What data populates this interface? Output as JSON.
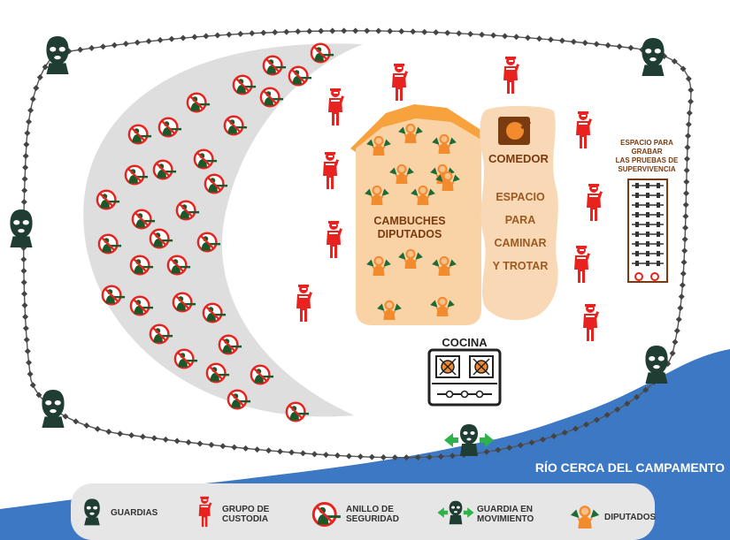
{
  "labels": {
    "cambuches": [
      "CAMBUCHES",
      "DIPUTADOS"
    ],
    "comedor": "COMEDOR",
    "espacio": [
      "ESPACIO",
      "PARA",
      "CAMINAR",
      "Y TROTAR"
    ],
    "cocina": "COCINA",
    "grabar": [
      "ESPACIO PARA",
      "GRABAR",
      "LAS PRUEBAS DE",
      "SUPERVIVENCIA"
    ],
    "rio": "RÍO CERCA DEL CAMPAMENTO"
  },
  "legend": {
    "guardias": "GUARDIAS",
    "custodia": [
      "GRUPO DE",
      "CUSTODIA"
    ],
    "anillo": [
      "ANILLO DE",
      "SEGURIDAD"
    ],
    "movimiento": [
      "GUARDIA EN",
      "MOVIMIENTO"
    ],
    "diputados": "DIPUTADOS"
  },
  "colors": {
    "guard": "#1f3d32",
    "custody": "#e8231f",
    "ring_circle": "#e8231f",
    "ring_figure": "#1a5a2a",
    "deputy_body": "#f28a2e",
    "deputy_hands": "#1f6b35",
    "moving_arrows": "#2db34a",
    "cabin": "#f9d3a6",
    "roof": "#f7a23c",
    "dining_path": "#f9d8b5",
    "crescent": "#dedede",
    "river": "#3c78c4",
    "legend_bg": "#e6e6e6",
    "fence": "#444444",
    "label_text": "#7a3b10",
    "river_label": "#ffffff"
  },
  "icons": {
    "guard": "masked-guard-icon",
    "custody": "armed-custody-icon",
    "ring": "no-weapon-ring-icon",
    "moving": "moving-guard-icon",
    "deputy": "deputy-icon",
    "stove": "stove-icon",
    "pan": "frying-pan-icon"
  }
}
